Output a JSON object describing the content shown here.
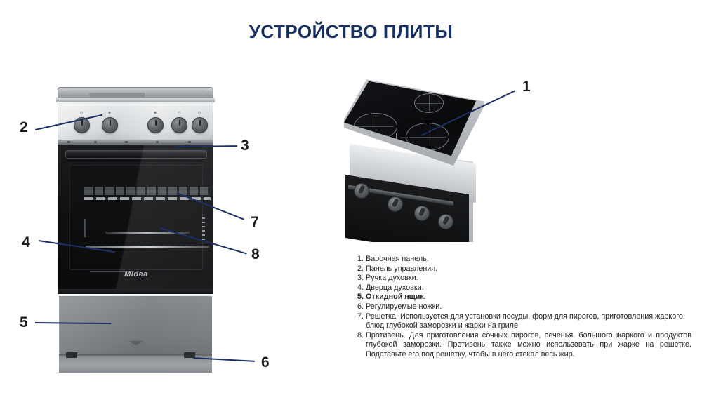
{
  "page": {
    "title": "УСТРОЙСТВО ПЛИТЫ",
    "title_color": "#172f63",
    "leader_color": "#1d3066",
    "background": "#ffffff"
  },
  "brand": {
    "logo_text": "Midea"
  },
  "callouts": [
    {
      "id": "callout-1",
      "label": "1"
    },
    {
      "id": "callout-2",
      "label": "2"
    },
    {
      "id": "callout-3",
      "label": "3"
    },
    {
      "id": "callout-4",
      "label": "4"
    },
    {
      "id": "callout-5",
      "label": "5"
    },
    {
      "id": "callout-6",
      "label": "6"
    },
    {
      "id": "callout-7",
      "label": "7"
    },
    {
      "id": "callout-8",
      "label": "8"
    }
  ],
  "legend": {
    "items": [
      {
        "num": "1.",
        "text": "Варочная панель.",
        "bold": false
      },
      {
        "num": "2.",
        "text": "Панель управления.",
        "bold": false
      },
      {
        "num": "3.",
        "text": "Ручка духовки.",
        "bold": false
      },
      {
        "num": "4.",
        "text": "Дверца духовки.",
        "bold": false
      },
      {
        "num": "5.",
        "text": "Откидной ящик.",
        "bold": true
      },
      {
        "num": "6.",
        "text": "Регулируемые ножки.",
        "bold": false
      },
      {
        "num": "7.",
        "text": "Решетка. Используется для установки посуды, форм для пирогов, приготовления жаркого, блюд глубокой заморозки и жарки на гриле",
        "bold": false
      },
      {
        "num": "8.",
        "text": "Противень. Для приготовления сочных пирогов, печенья, большого жаркого и продуктов глубокой заморозки. Противень также можно использовать при жарке на решетке. Подставьте его под решетку, чтобы в него стекал весь жир.",
        "bold": false
      }
    ]
  },
  "figures": {
    "left": {
      "name": "Плита — вид спереди"
    },
    "right": {
      "name": "Варочная панель — вид сверху"
    }
  }
}
